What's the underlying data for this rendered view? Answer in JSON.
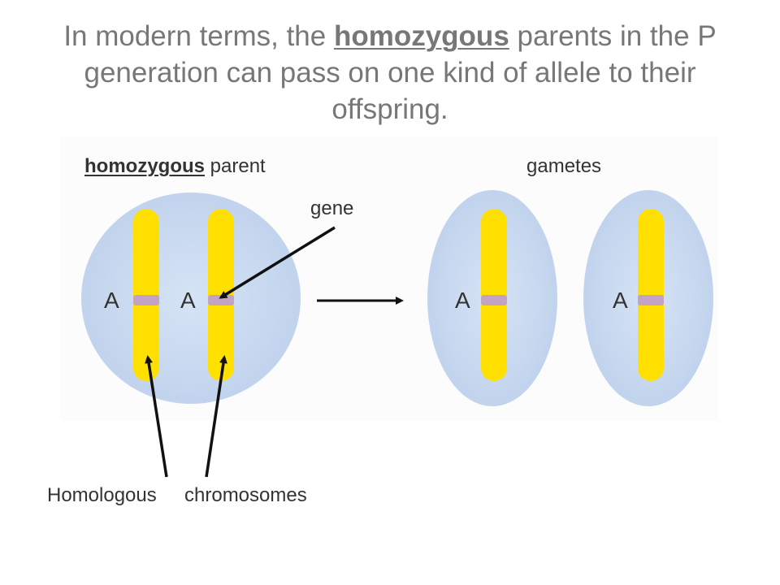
{
  "title": {
    "before": "In modern terms, the ",
    "emphasis": "homozygous",
    "after": " parents in the P generation can pass on one kind of allele to their offspring."
  },
  "labels": {
    "parent_emphasis": "homozygous",
    "parent_rest": " parent",
    "gametes": "gametes",
    "gene": "gene",
    "homologous": "Homologous",
    "chromosomes": "chromosomes"
  },
  "alleles": [
    "A",
    "A",
    "A",
    "A"
  ],
  "colors": {
    "cell_fill": "#c5d6ee",
    "chromosome": "#ffe000",
    "gene_band": "#c4a2c3",
    "title_text": "#777777",
    "label_text": "#333333"
  }
}
